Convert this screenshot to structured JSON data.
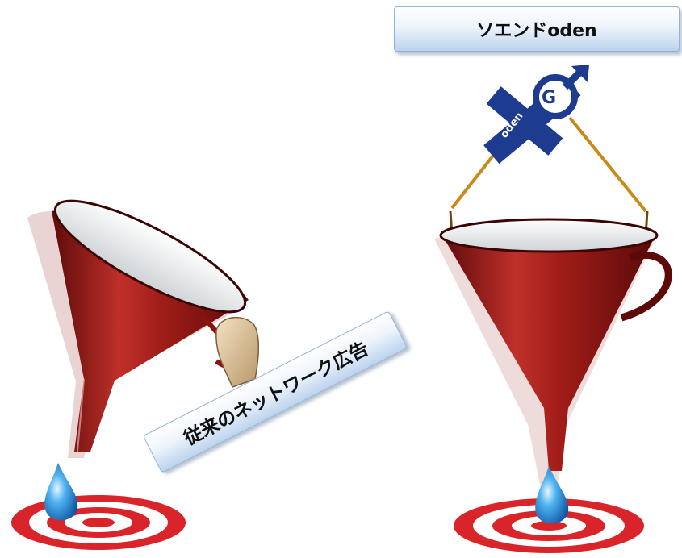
{
  "labels": {
    "right": "ソエンドoden",
    "left": "従来のネットワーク広告"
  },
  "logo": {
    "text": "oden",
    "icon": "male-symbol-icon"
  },
  "colors": {
    "funnel_red": "#a8201c",
    "target_red": "#d9252a",
    "drop_blue": "#1f7fd6",
    "logo_blue": "#1d3b8f",
    "label_blue": "#bcd3ee"
  }
}
